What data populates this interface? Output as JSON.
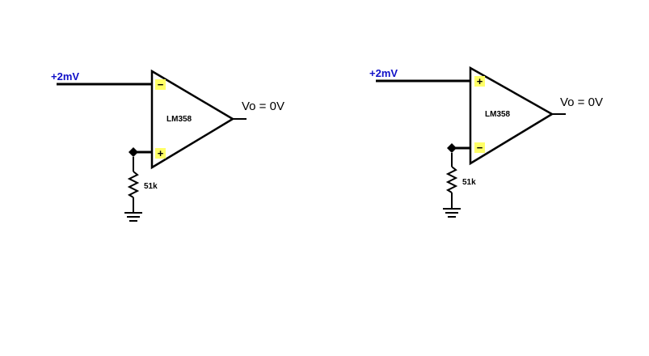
{
  "circuits": [
    {
      "input_label": "+2mV",
      "output_label": "Vo = 0V",
      "chip_label": "LM358",
      "resistor_label": "51k",
      "top_pin": "−",
      "bottom_pin": "+"
    },
    {
      "input_label": "+2mV",
      "output_label": "Vo = 0V",
      "chip_label": "LM358",
      "resistor_label": "51k",
      "top_pin": "+",
      "bottom_pin": "−"
    }
  ],
  "colors": {
    "input_label": "#1010c8",
    "pin_highlight": "#ffff66",
    "lines": "#000000"
  }
}
